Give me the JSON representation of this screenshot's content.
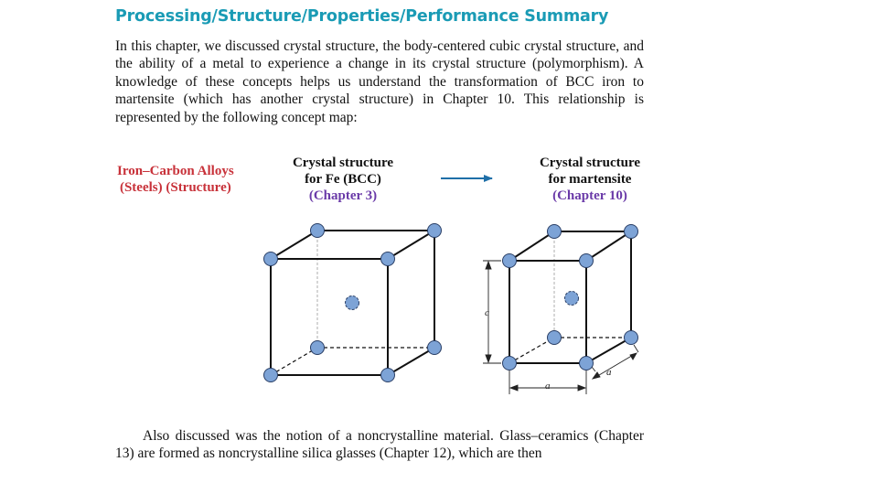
{
  "heading": "Processing/Structure/Properties/Performance Summary",
  "intro_paragraph": "In this chapter, we discussed crystal structure, the body-centered cubic crystal structure, and the ability of a metal to experience a change in its crystal structure (polymorphism). A knowledge of these concepts helps us understand the transformation of BCC iron to martensite (which has another crystal structure) in Chapter 10. This relationship is represented by the following concept map:",
  "concept_map": {
    "source_label": {
      "line1": "Iron–Carbon Alloys",
      "line2": "(Steels) (Structure)"
    },
    "node_bcc": {
      "line1": "Crystal structure",
      "line2": "for Fe (BCC)",
      "chapter": "(Chapter 3)"
    },
    "node_martensite": {
      "line1": "Crystal structure",
      "line2": "for martensite",
      "chapter": "(Chapter 10)"
    },
    "dimension_c": "c",
    "dimension_a_bottom": "a",
    "dimension_a_side": "a"
  },
  "closing_paragraph": "Also discussed was the notion of a noncrystalline material. Glass–ceramics (Chapter 13) are formed as noncrystalline silica glasses (Chapter 12), which are then",
  "colors": {
    "heading": "#1a9bb5",
    "source_label": "#c8323a",
    "chapter_ref": "#6a3aa8",
    "arrow": "#1f6fa8",
    "atom_fill": "#7da3d6"
  }
}
